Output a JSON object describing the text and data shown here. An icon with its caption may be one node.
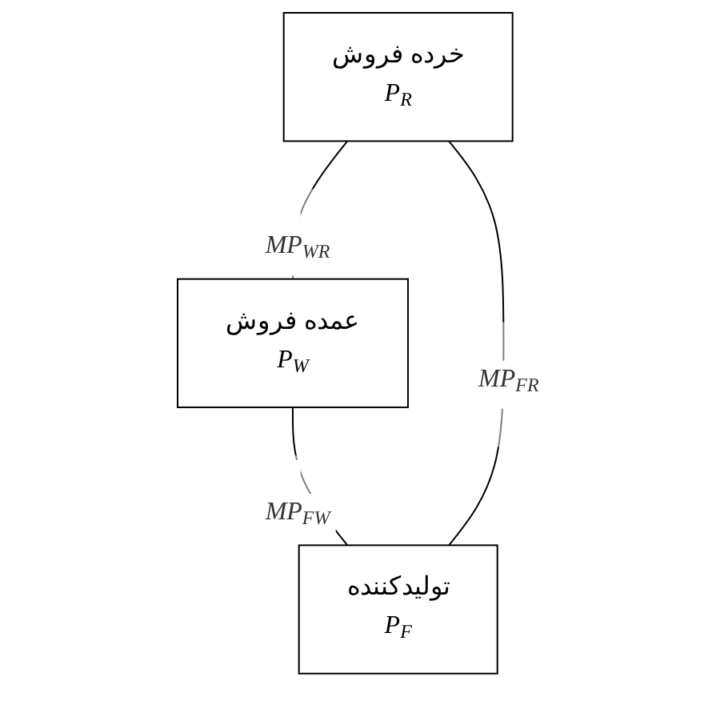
{
  "diagram": {
    "nodes": [
      {
        "text": [
          "خرده فروش",
          "P$_{R}$"
        ]
      },
      {
        "text": [
          "عمده فروش",
          "P$_{W}$"
        ]
      },
      {
        "text": [
          "تولیدکننده",
          "P$_{F}$"
        ]
      }
    ],
    "edges": [
      {
        "from": 0,
        "to": 1,
        "arrow": "none",
        "label": "MP$_{WR}$"
      },
      {
        "from": 1,
        "to": 2,
        "arrow": "none",
        "label": "MP$_{FW}$"
      },
      {
        "from": 0,
        "to": 2,
        "arrow": "none",
        "label": "MP$_{FR}$"
      }
    ]
  }
}
